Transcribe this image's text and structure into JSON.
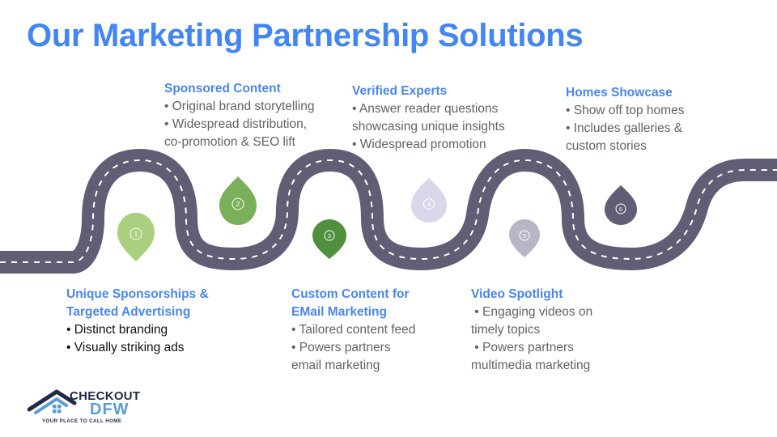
{
  "title": "Our Marketing Partnership Solutions",
  "colors": {
    "title": "#4285f4",
    "heading": "#4a86e8",
    "road": "#5f5e74",
    "pin_1": "#a9cf7f",
    "pin_2": "#7ab05a",
    "pin_3": "#4f8f3d",
    "pin_4": "#d9d8ea",
    "pin_5": "#b8b6c6",
    "pin_6": "#5f5e74"
  },
  "milestones": [
    {
      "number": "1"
    },
    {
      "number": "2"
    },
    {
      "number": "3"
    },
    {
      "number": "4"
    },
    {
      "number": "5"
    },
    {
      "number": "6"
    }
  ],
  "sponsored": {
    "heading": "Sponsored Content",
    "lines": [
      "• Original brand storytelling",
      "• Widespread distribution,",
      "co-promotion & SEO lift"
    ]
  },
  "experts": {
    "heading": "Verified Experts",
    "lines": [
      "• Answer reader questions",
      "showcasing unique insights",
      "• Widespread promotion"
    ]
  },
  "homes": {
    "heading": "Homes Showcase",
    "lines": [
      "• Show off top homes",
      "• Includes galleries &",
      "custom stories"
    ]
  },
  "unique": {
    "heading": [
      "Unique Sponsorships &",
      "Targeted Advertising"
    ],
    "lines": [
      "• Distinct branding",
      "• Visually striking ads"
    ]
  },
  "custom": {
    "heading": [
      "Custom Content for",
      "EMail Marketing"
    ],
    "lines": [
      "• Tailored content feed",
      "• Powers partners",
      "email marketing"
    ]
  },
  "video": {
    "heading": "Video Spotlight",
    "lines": [
      " • Engaging videos on",
      "timely topics",
      " • Powers partners",
      "multimedia marketing"
    ]
  },
  "logo": {
    "line1": "CHECKOUT",
    "line2": "DFW",
    "tagline": "YOUR PLACE TO CALL HOME"
  }
}
